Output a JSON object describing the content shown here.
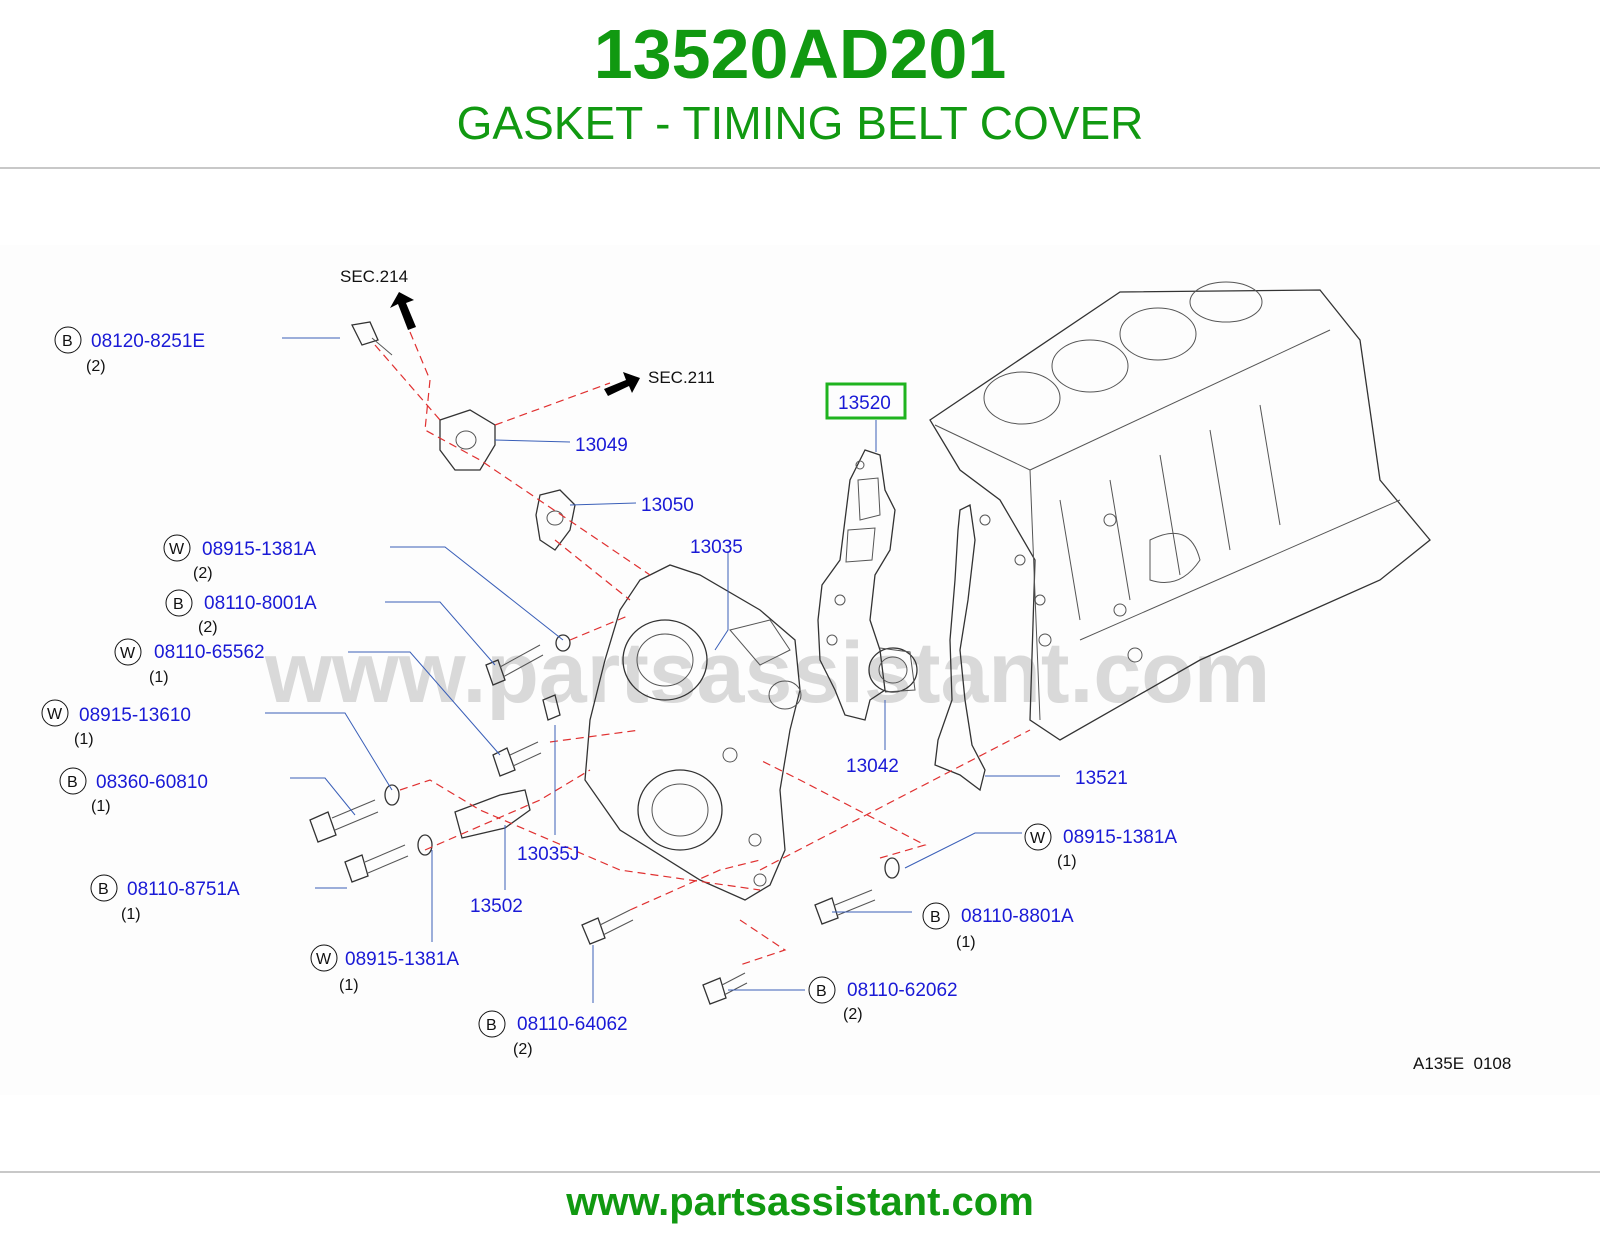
{
  "header": {
    "part_number": "13520AD201",
    "part_name": "GASKET - TIMING BELT COVER"
  },
  "diagram": {
    "watermark": "www.partsassistant.com",
    "figure_code": "A135E  0108",
    "section_refs": [
      {
        "label": "SEC.214"
      },
      {
        "label": "SEC.211"
      }
    ],
    "highlighted": {
      "pn": "13520",
      "highlight_color": "#1fb31f"
    },
    "callouts": [
      {
        "pn": "13049"
      },
      {
        "pn": "13050"
      },
      {
        "pn": "13035"
      },
      {
        "pn": "13042"
      },
      {
        "pn": "13521"
      },
      {
        "pn": "13035J"
      },
      {
        "pn": "13502"
      }
    ],
    "fasteners": [
      {
        "badge": "B",
        "pn": "08120-8251E",
        "qty": "(2)"
      },
      {
        "badge": "W",
        "pn": "08915-1381A",
        "qty": "(2)"
      },
      {
        "badge": "B",
        "pn": "08110-8001A",
        "qty": "(2)"
      },
      {
        "badge": "W",
        "pn": "08110-65562",
        "qty": "(1)"
      },
      {
        "badge": "W",
        "pn": "08915-13610",
        "qty": "(1)"
      },
      {
        "badge": "B",
        "pn": "08360-60810",
        "qty": "(1)"
      },
      {
        "badge": "B",
        "pn": "08110-8751A",
        "qty": "(1)"
      },
      {
        "badge": "W",
        "pn": "08915-1381A",
        "qty": "(1)"
      },
      {
        "badge": "B",
        "pn": "08110-64062",
        "qty": "(2)"
      },
      {
        "badge": "W",
        "pn": "08915-1381A",
        "qty": "(1)"
      },
      {
        "badge": "B",
        "pn": "08110-8801A",
        "qty": "(1)"
      },
      {
        "badge": "B",
        "pn": "08110-62062",
        "qty": "(2)"
      }
    ]
  },
  "footer": {
    "url": "www.partsassistant.com"
  },
  "colors": {
    "brand_green": "#119911",
    "part_number_blue": "#1a1ad6",
    "assembly_line_red": "#e03030"
  }
}
